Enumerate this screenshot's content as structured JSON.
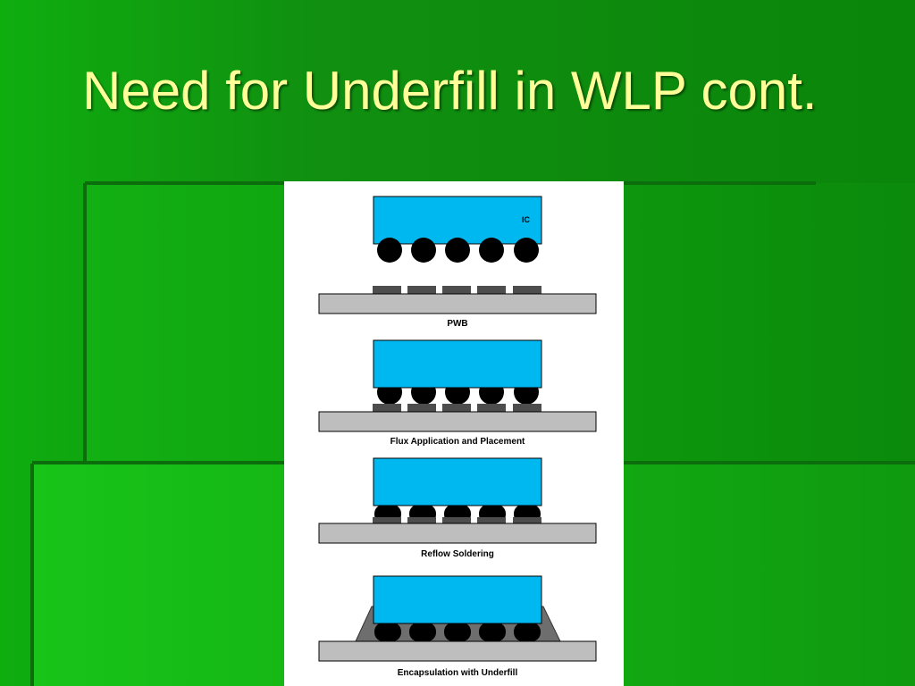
{
  "slide": {
    "title": "Need for Underfill in WLP cont."
  },
  "colors": {
    "title_text": "#ffff99",
    "background_green": "#108f10",
    "die": "#00b8f0",
    "board": "#bebebe",
    "pad": "#4d4d4d",
    "bump": "#000000",
    "underfill": "#6e6e6e"
  },
  "diagram": {
    "ic_label": "IC",
    "steps": [
      {
        "label": "PWB"
      },
      {
        "label": "Flux Application and Placement"
      },
      {
        "label": "Reflow Soldering"
      },
      {
        "label": "Encapsulation with Underfill"
      }
    ]
  }
}
